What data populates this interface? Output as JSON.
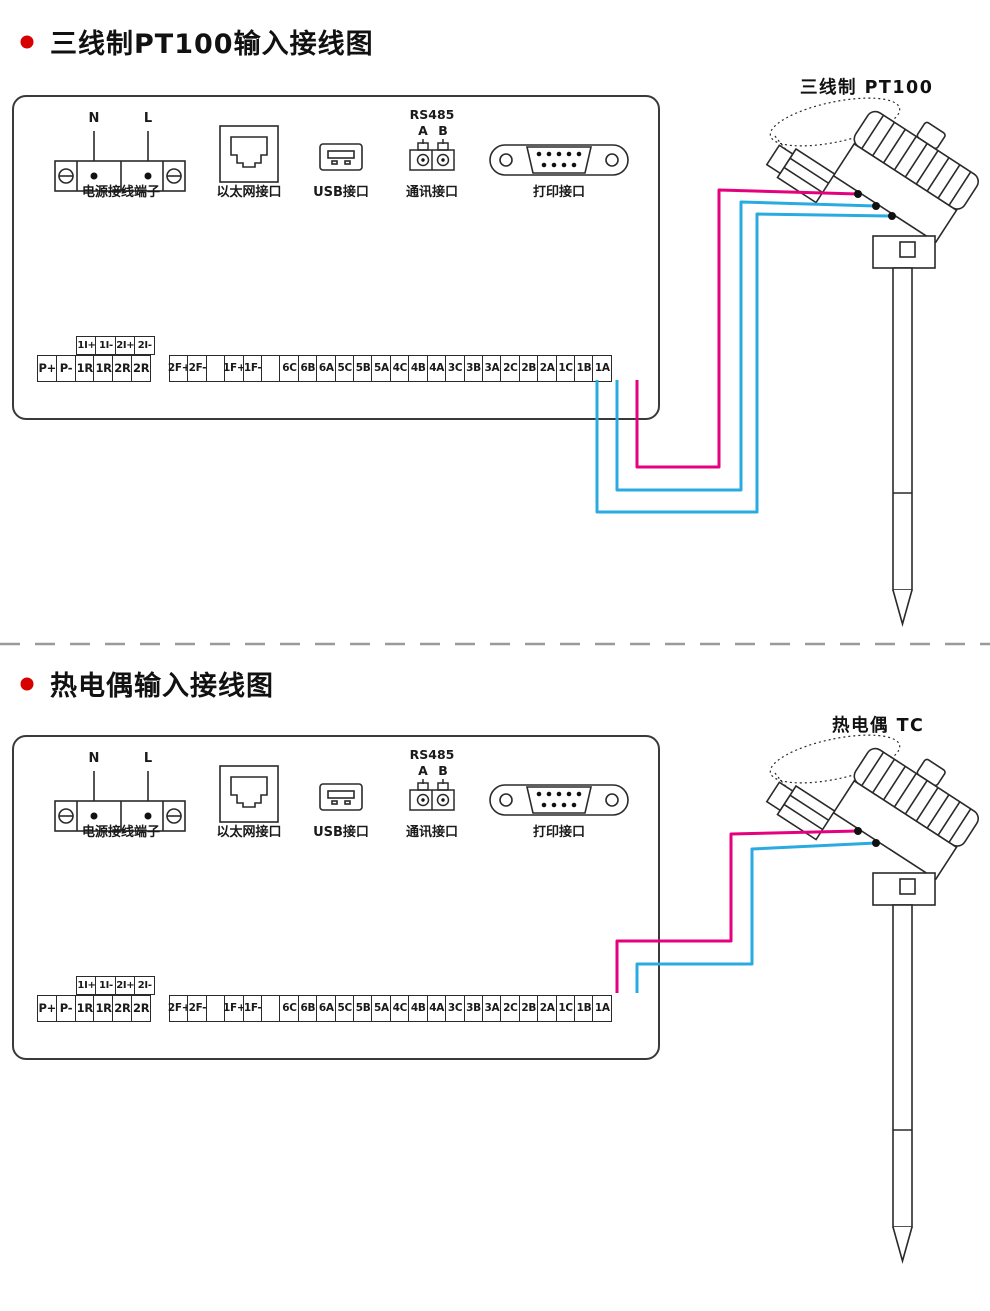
{
  "colors": {
    "wire_pink": "#e6007e",
    "wire_blue": "#29abe2",
    "bullet_red": "#d60000",
    "line_dark": "#2a2a2a",
    "divider_gray": "#9a9a9a"
  },
  "sections": [
    {
      "title": "三线制PT100输入接线图",
      "sensor_label": "三线制 PT100"
    },
    {
      "title": "热电偶输入接线图",
      "sensor_label": "热电偶 TC"
    }
  ],
  "panel": {
    "power": {
      "n": "N",
      "l": "L",
      "label": "电源接线端子"
    },
    "ethernet": {
      "label": "以太网接口"
    },
    "usb": {
      "label": "USB接口"
    },
    "rs485": {
      "title": "RS485",
      "a": "A",
      "b": "B",
      "label": "通讯接口"
    },
    "printer": {
      "label": "打印接口"
    },
    "aux_terminals": [
      "1I+",
      "1I-",
      "2I+",
      "2I-"
    ],
    "left_terminals": [
      "P+",
      "P-",
      "1R",
      "1R",
      "2R",
      "2R"
    ],
    "right_terminals": [
      "2F+",
      "2F-",
      "",
      "1F+",
      "1F-",
      "",
      "6C",
      "6B",
      "6A",
      "5C",
      "5B",
      "5A",
      "4C",
      "4B",
      "4A",
      "3C",
      "3B",
      "3A",
      "2C",
      "2B",
      "2A",
      "1C",
      "1B",
      "1A"
    ]
  }
}
